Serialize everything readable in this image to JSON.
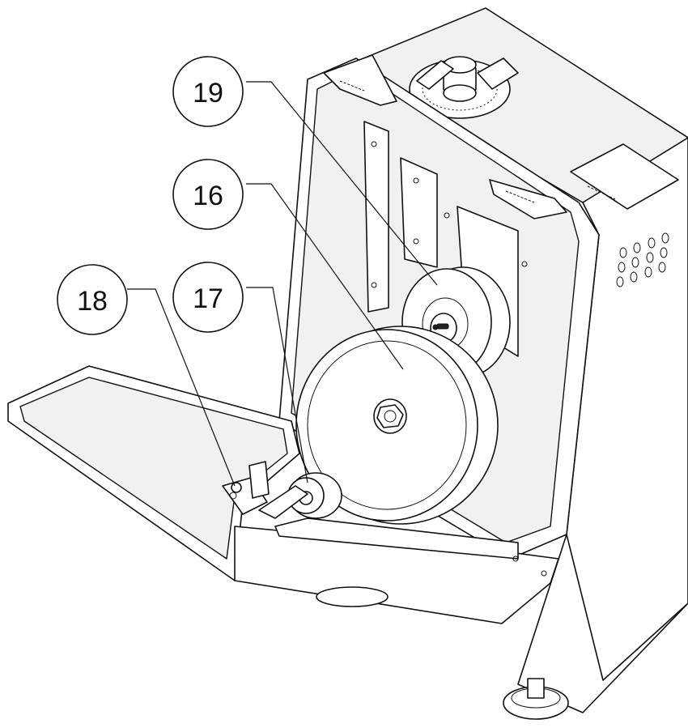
{
  "callouts": [
    {
      "id": "19",
      "label": "19",
      "part": "small-pulley"
    },
    {
      "id": "16",
      "label": "16",
      "part": "large-pulley"
    },
    {
      "id": "17",
      "label": "17",
      "part": "tension-roller"
    },
    {
      "id": "18",
      "label": "18",
      "part": "bracket-screw"
    }
  ],
  "colors": {
    "line": "#111111",
    "background": "#ffffff"
  }
}
